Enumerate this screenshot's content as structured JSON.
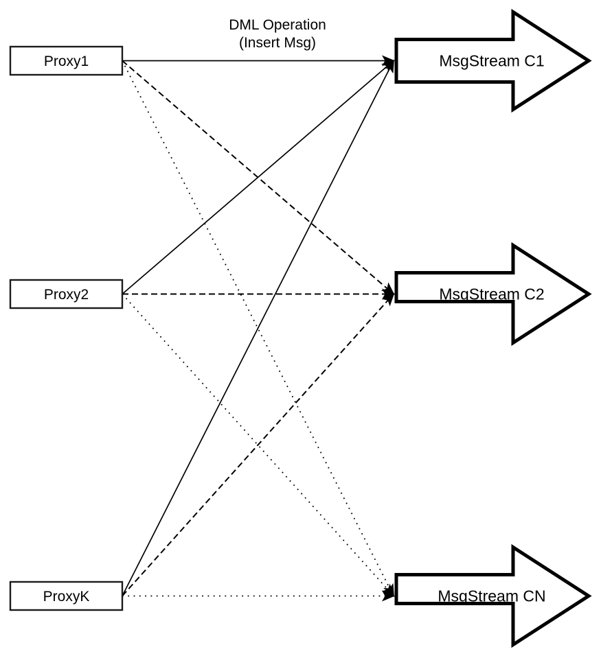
{
  "title": {
    "line1": "DML Operation",
    "line2": "(Insert Msg)"
  },
  "proxies": [
    {
      "label": "Proxy1"
    },
    {
      "label": "Proxy2"
    },
    {
      "label": "ProxyK"
    }
  ],
  "streams": [
    {
      "label": "MsgStream C1"
    },
    {
      "label": "MsgStream C2"
    },
    {
      "label": "MsgStream CN"
    }
  ],
  "connections": [
    {
      "from": "Proxy1",
      "to": "MsgStream C1",
      "line_style": "solid"
    },
    {
      "from": "Proxy2",
      "to": "MsgStream C1",
      "line_style": "solid"
    },
    {
      "from": "ProxyK",
      "to": "MsgStream C1",
      "line_style": "solid"
    },
    {
      "from": "Proxy1",
      "to": "MsgStream C2",
      "line_style": "dashed"
    },
    {
      "from": "Proxy2",
      "to": "MsgStream C2",
      "line_style": "dashed"
    },
    {
      "from": "ProxyK",
      "to": "MsgStream C2",
      "line_style": "dashed"
    },
    {
      "from": "Proxy1",
      "to": "MsgStream CN",
      "line_style": "dotted"
    },
    {
      "from": "Proxy2",
      "to": "MsgStream CN",
      "line_style": "dotted"
    },
    {
      "from": "ProxyK",
      "to": "MsgStream CN",
      "line_style": "dotted"
    }
  ],
  "colors": {
    "stroke": "#000000",
    "fill": "#ffffff"
  }
}
